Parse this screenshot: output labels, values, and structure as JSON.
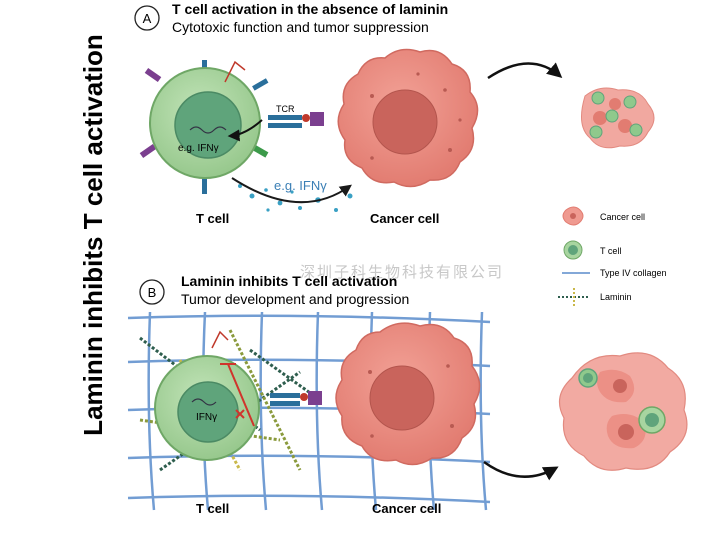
{
  "vertical_title": "Laminin inhibits T cell activation",
  "panel_a": {
    "letter": "A",
    "title": "T cell activation in the absence of laminin",
    "subtitle": "Cytotoxic function and tumor suppression",
    "tcr_label": "TCR",
    "nucleus_label": "e.g. IFNγ",
    "secretion_label": "e.g. IFNγ",
    "t_cell_label": "T cell",
    "cancer_cell_label": "Cancer cell"
  },
  "panel_b": {
    "letter": "B",
    "title": "Laminin inhibits T cell activation",
    "subtitle": "Tumor development and progression",
    "nucleus_label": "IFNγ",
    "t_cell_label": "T cell",
    "cancer_cell_label": "Cancer cell"
  },
  "legend": {
    "items": [
      {
        "label": "Cancer cell"
      },
      {
        "label": "T cell"
      },
      {
        "label": "Type IV collagen"
      },
      {
        "label": "Laminin"
      }
    ]
  },
  "watermark": "深圳子科生物科技有限公司",
  "colors": {
    "t_cell": "#a8d5a0",
    "t_cell_nucleus": "#5ea67d",
    "cancer_cell": "#e8857b",
    "cancer_nucleus": "#c9645c",
    "collagen": "#5a8ccc",
    "laminin": "#2e5e4e"
  }
}
